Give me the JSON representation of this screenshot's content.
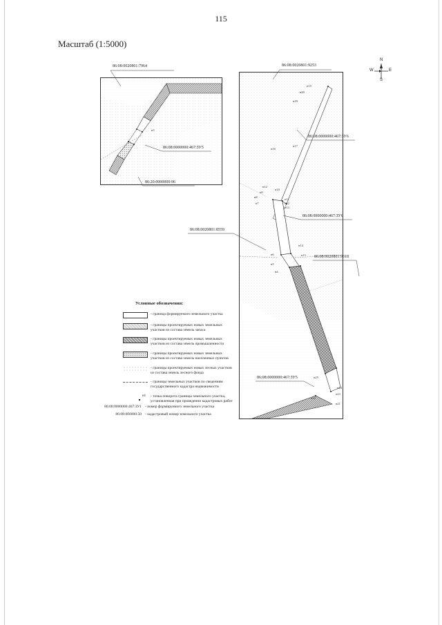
{
  "page_number": "115",
  "scale": "Масштаб (1:5000)",
  "compass": {
    "n": "N",
    "s": "S",
    "w": "W",
    "e": "E"
  },
  "inset": {
    "top_label": "86:08:0020801:7964",
    "zu_label": "86:08:0000000:467:ЗУ5",
    "bottom_label": "86:20:0000000:96",
    "points": [
      "н3"
    ]
  },
  "main": {
    "top_label": "86:08:0020801:9253",
    "zu6_top": "86:08:0000000:467:ЗУ6",
    "zu6_mid": "86:08:0000000:467:ЗУ6",
    "left_label": "86:08:0020801:8559",
    "right_label": "86:08:0020801:9318",
    "zu5_bottom": "86:08:0000000:467:ЗУ5",
    "points": [
      "н19",
      "н20",
      "н18",
      "н17",
      "н16",
      "н12",
      "н10",
      "н9",
      "н8",
      "н11",
      "н7",
      "н12",
      "н13",
      "н14",
      "н15",
      "н6",
      "н5",
      "н4",
      "н25",
      "н24",
      "н23",
      "н22",
      "н21"
    ]
  },
  "legend": {
    "title": "Условные обозначения:",
    "items": [
      "- граница формируемого земельного участка",
      "- границы проектируемых новых земельных участков из состава земель запаса",
      "- границы проектируемых новых земельных участков из состава земель промышленности",
      "- границы проектируемых новых земельных участков из состава земель населенных пунктов",
      "- границы проектируемых новых лесных участков из состава земель лесного фонда",
      "- границы земельных участков по сведениям государственного кадастра недвижимости",
      "- точка поворота границы земельного участка, установленная при проведении кадастровых работ"
    ],
    "point_code": "н1",
    "rows": [
      {
        "code": "86:08:0000000:467:ЗУ1",
        "text": "- номер формируемого земельного участка"
      },
      {
        "code": "86:08:000000:50",
        "text": "- кадастровый номер земельного участка"
      }
    ]
  }
}
